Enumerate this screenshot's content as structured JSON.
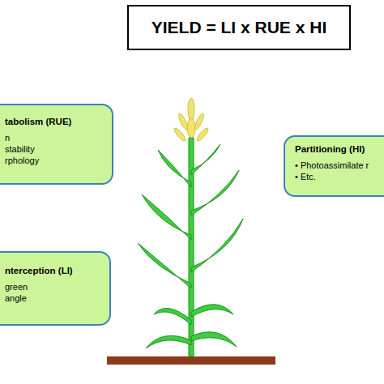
{
  "diagram": {
    "nodes": [
      {
        "text": [
          "YIELD = LI x RUE x HI"
        ]
      },
      {
        "text": [
          "tabolism (RUE)",
          "n",
          "stability",
          "rphology"
        ]
      },
      {
        "text": [
          "Partitioning (HI)",
          "• Photoassimilate r",
          "• Etc."
        ]
      },
      {
        "text": [
          "nterception (LI)",
          "green",
          "angle"
        ]
      }
    ]
  }
}
